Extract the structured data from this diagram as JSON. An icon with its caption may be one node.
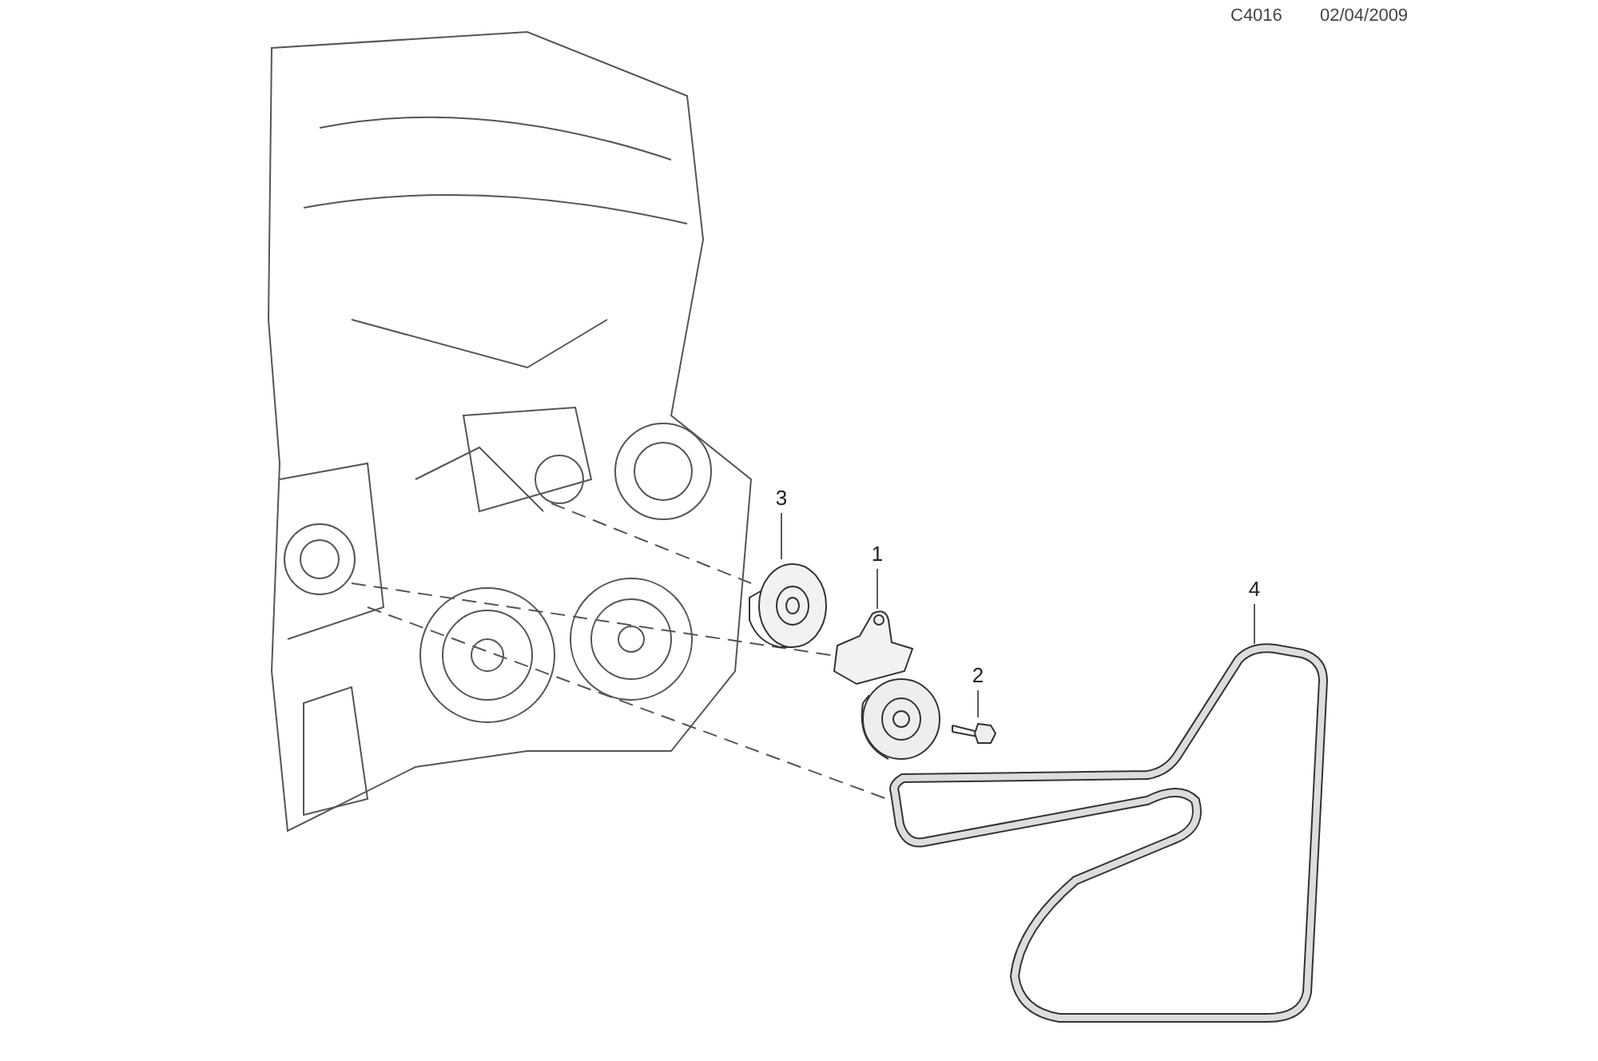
{
  "diagram": {
    "nodes": [
      {
        "text": [
          "3"
        ]
      },
      {
        "text": [],
        "shape": "picture"
      },
      {
        "text": [
          "1"
        ]
      },
      {
        "text": [],
        "shape": "picture"
      },
      {
        "text": [
          "2"
        ]
      },
      {
        "text": [],
        "shape": "picture"
      },
      {
        "text": [
          "4"
        ]
      },
      {
        "text": [],
        "shape": "picture"
      }
    ],
    "edges": [
      {
        "from": 0,
        "to": 1,
        "arrow": "none"
      },
      {
        "from": 2,
        "to": 3,
        "arrow": "none"
      },
      {
        "from": 4,
        "to": 5,
        "arrow": "none"
      },
      {
        "from": 6,
        "to": 7,
        "arrow": "none"
      }
    ],
    "labels": [
      "C4016",
      "02/04/2009"
    ]
  }
}
